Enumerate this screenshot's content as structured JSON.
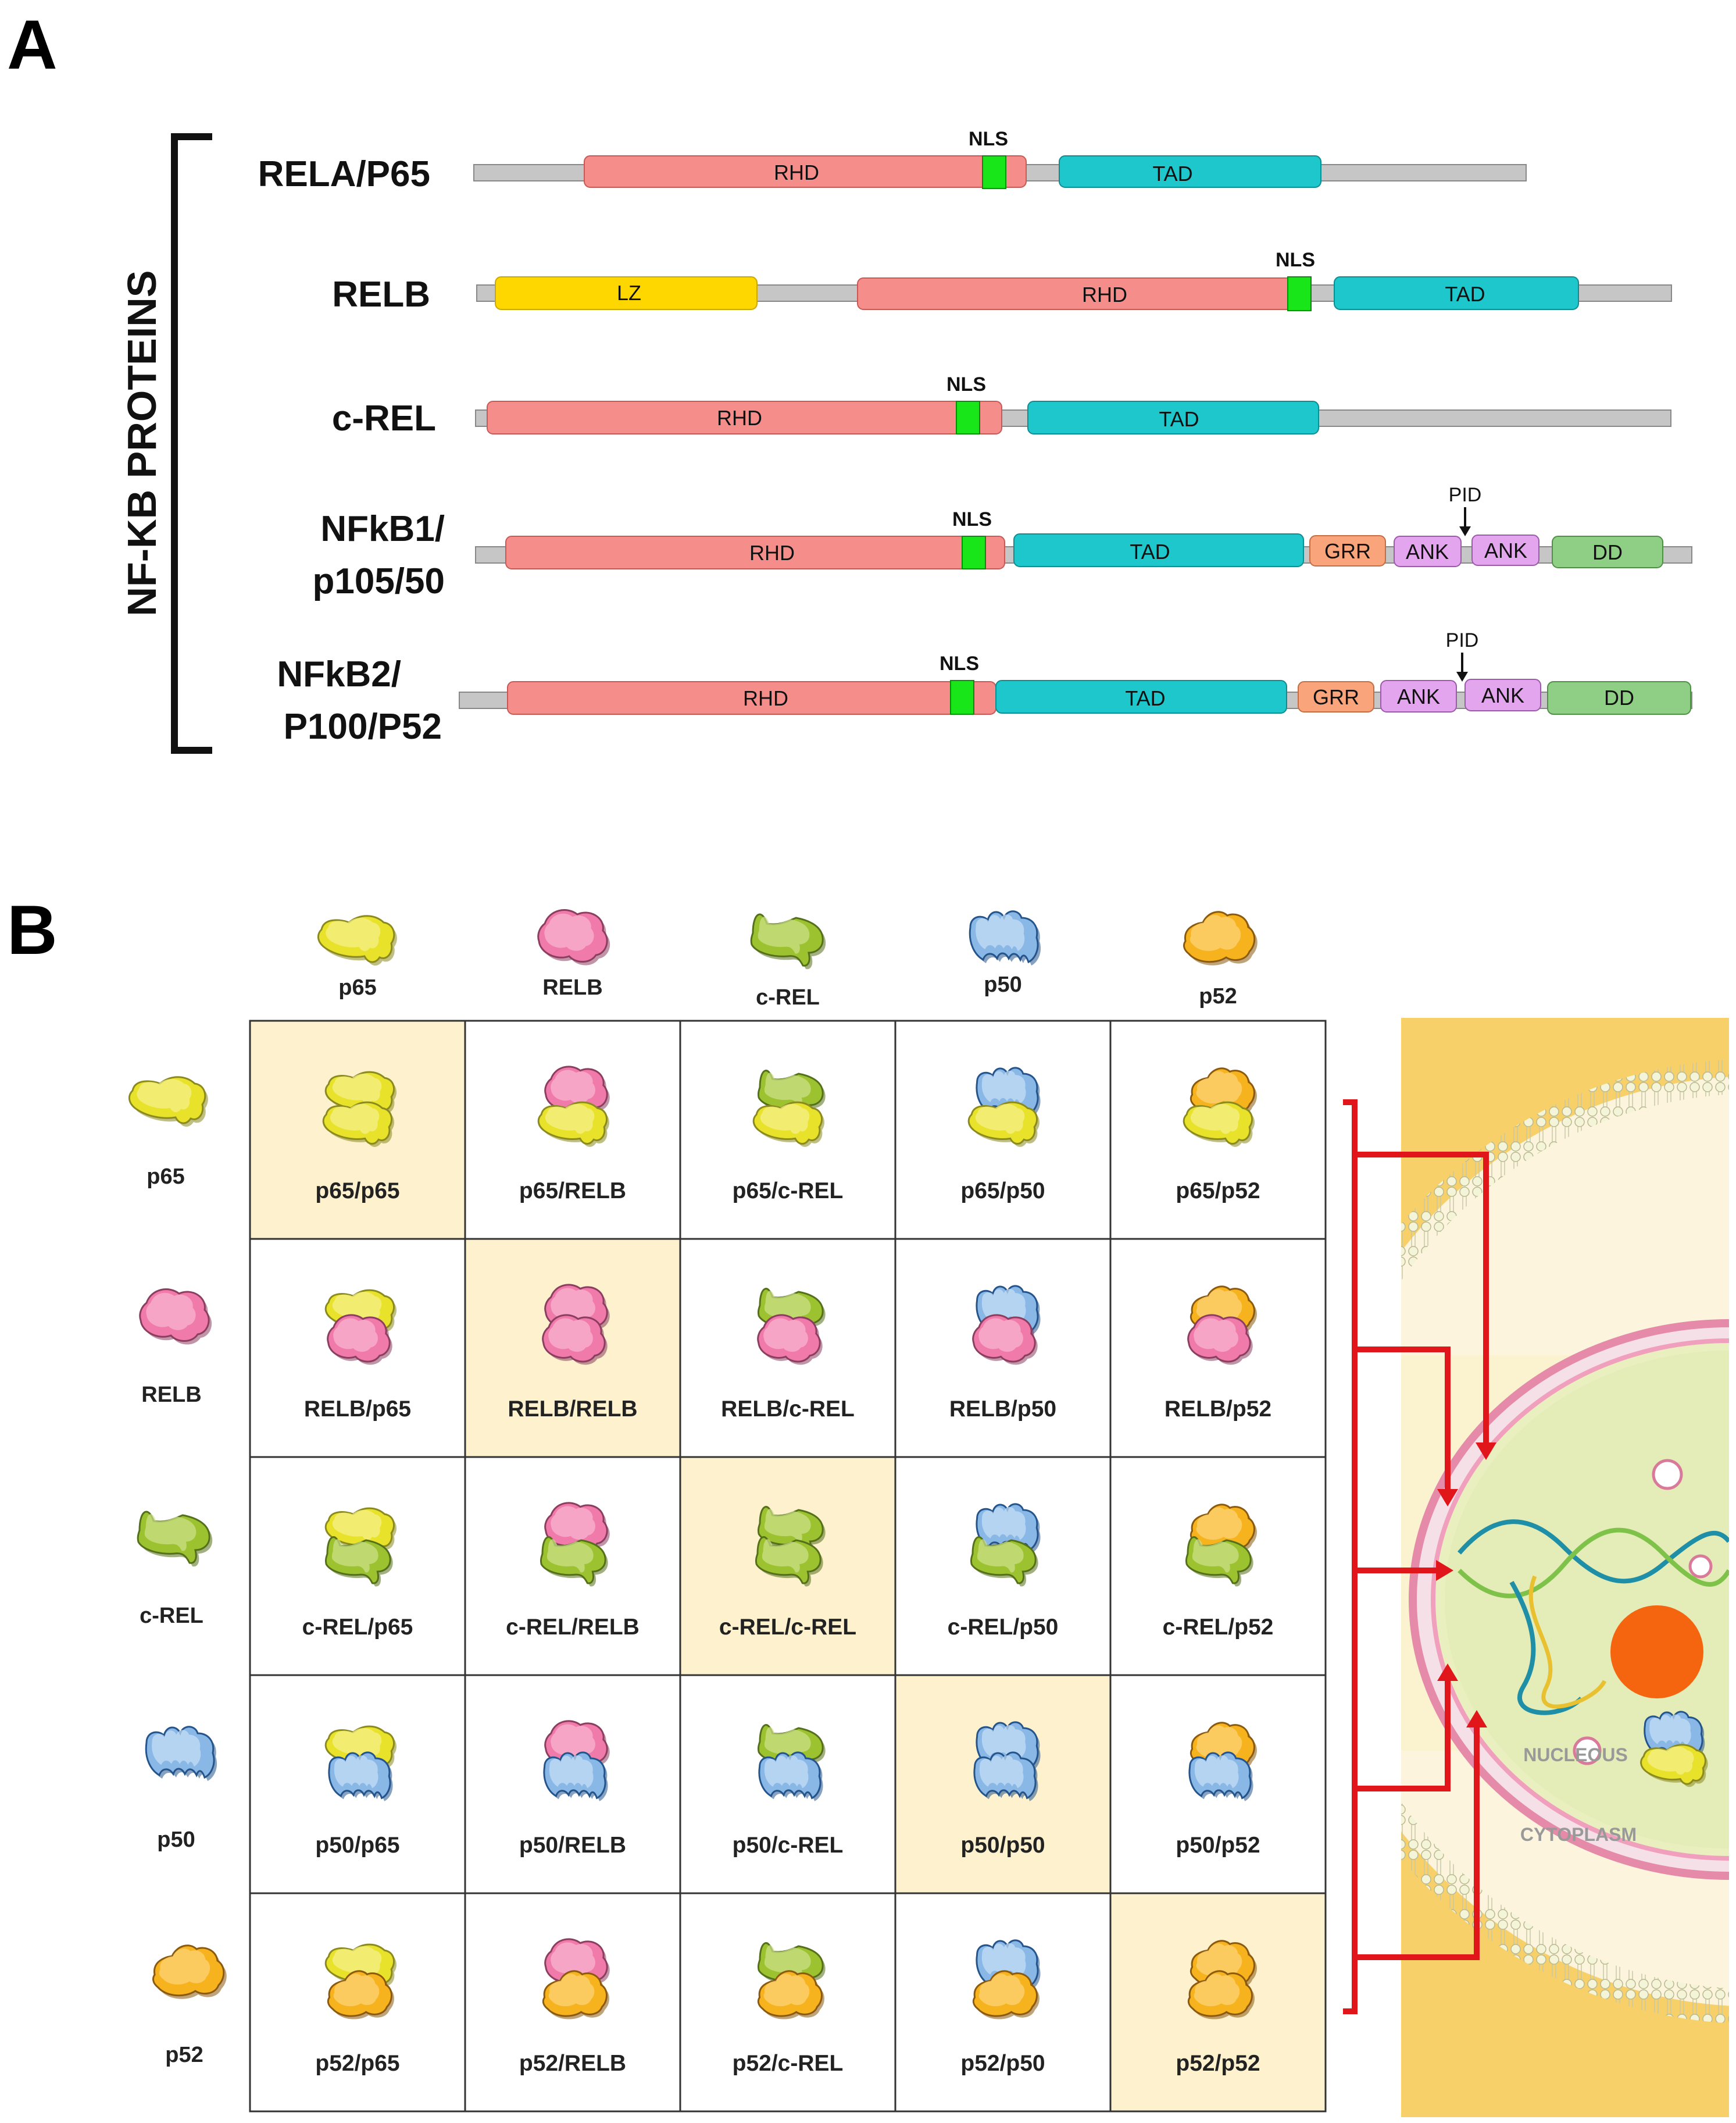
{
  "panel_a": {
    "letter": "A",
    "bracket_label": "NF-KB PROTEINS",
    "nls_label": "NLS",
    "pid_label": "PID",
    "proteins": [
      {
        "lines": [
          "RELA/P65"
        ],
        "domains": [
          {
            "label": "RHD",
            "color": "#f58e8a"
          },
          {
            "label": "TAD",
            "color": "#1ec7cc"
          }
        ]
      },
      {
        "lines": [
          "RELB"
        ],
        "domains": [
          {
            "label": "LZ",
            "color": "#ffd700"
          },
          {
            "label": "RHD",
            "color": "#f58e8a"
          },
          {
            "label": "TAD",
            "color": "#1ec7cc"
          }
        ]
      },
      {
        "lines": [
          "c-REL"
        ],
        "domains": [
          {
            "label": "RHD",
            "color": "#f58e8a"
          },
          {
            "label": "TAD",
            "color": "#1ec7cc"
          }
        ]
      },
      {
        "lines": [
          "NFkB1/",
          "p105/50"
        ],
        "domains": [
          {
            "label": "RHD",
            "color": "#f58e8a"
          },
          {
            "label": "TAD",
            "color": "#1ec7cc"
          },
          {
            "label": "GRR",
            "color": "#f9a47a"
          },
          {
            "label": "ANK",
            "color": "#e3a5ee"
          },
          {
            "label": "ANK",
            "color": "#e3a5ee"
          },
          {
            "label": "DD",
            "color": "#8fce85"
          }
        ]
      },
      {
        "lines": [
          "NFkB2/",
          "P100/P52"
        ],
        "domains": [
          {
            "label": "RHD",
            "color": "#f58e8a"
          },
          {
            "label": "TAD",
            "color": "#1ec7cc"
          },
          {
            "label": "GRR",
            "color": "#f9a47a"
          },
          {
            "label": "ANK",
            "color": "#e3a5ee"
          },
          {
            "label": "ANK",
            "color": "#e3a5ee"
          },
          {
            "label": "DD",
            "color": "#8fce85"
          }
        ]
      }
    ]
  },
  "panel_b": {
    "letter": "B",
    "monomers": [
      {
        "name": "p65",
        "color": "#e8e22a",
        "light": "#f6f28f",
        "edge": "#8b8a1e"
      },
      {
        "name": "RELB",
        "color": "#f07aaa",
        "light": "#f9b8d3",
        "edge": "#8b3e5f"
      },
      {
        "name": "c-REL",
        "color": "#9cc230",
        "light": "#cfe28c",
        "edge": "#55701a"
      },
      {
        "name": "p50",
        "color": "#8ab8e6",
        "light": "#c8e0f6",
        "edge": "#24548c"
      },
      {
        "name": "p52",
        "color": "#f7b31e",
        "light": "#fcd67a",
        "edge": "#8b5a0e"
      }
    ],
    "dimer_labels": [
      [
        "p65/p65",
        "p65/RELB",
        "p65/c-REL",
        "p65/p50",
        "p65/p52"
      ],
      [
        "RELB/p65",
        "RELB/RELB",
        "RELB/c-REL",
        "RELB/p50",
        "RELB/p52"
      ],
      [
        "c-REL/p65",
        "c-REL/RELB",
        "c-REL/c-REL",
        "c-REL/p50",
        "c-REL/p52"
      ],
      [
        "p50/p65",
        "p50/RELB",
        "p50/c-REL",
        "p50/p50",
        "p50/p52"
      ],
      [
        "p52/p65",
        "p52/RELB",
        "p52/c-REL",
        "p52/p50",
        "p52/p52"
      ]
    ],
    "homodimer_fill": "#fdf1ce",
    "arrow_color": "#e0161b",
    "nucleus_label": "NUCLEOUS",
    "cytoplasm_label": "CYTOPLASM"
  }
}
